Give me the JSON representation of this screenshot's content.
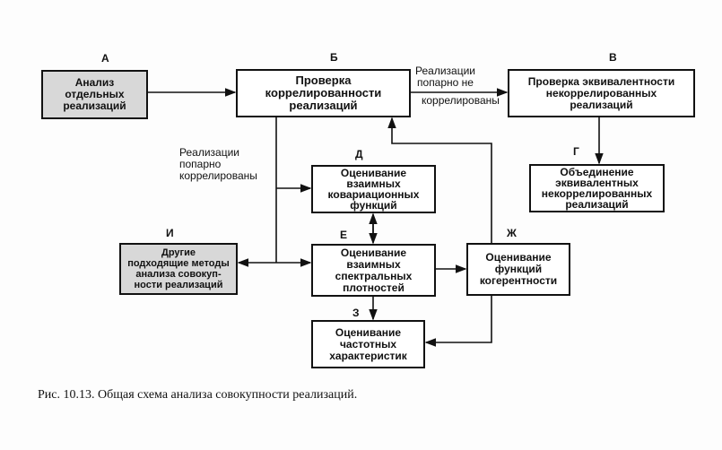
{
  "blocks": {
    "A": {
      "letter": "А",
      "text": "Анализ\nотдельных\nреализаций"
    },
    "B": {
      "letter": "Б",
      "text": "Проверка\nкоррелированности\nреализаций"
    },
    "V": {
      "letter": "В",
      "text": "Проверка эквивалентности\nнекоррелированных\nреализаций"
    },
    "G": {
      "letter": "Г",
      "text": "Объединение\nэквивалентных\nнекоррелированных\nреализаций"
    },
    "D": {
      "letter": "Д",
      "text": "Оценивание\nвзаимных\nковариационных\nфункций"
    },
    "E": {
      "letter": "Е",
      "text": "Оценивание\nвзаимных\nспектральных\nплотностей"
    },
    "Zh": {
      "letter": "Ж",
      "text": "Оценивание\nфункций\nкогерентности"
    },
    "I": {
      "letter": "И",
      "text": "Другие\nподходящие методы\nанализа совокуп-\nности реализаций"
    },
    "Z": {
      "letter": "З",
      "text": "Оценивание\nчастотных\nхарактеристик"
    }
  },
  "edge_labels": {
    "not_correlated_top": "Реализации\nпопарно не",
    "not_correlated_bottom": "коррелированы",
    "correlated": "Реализации\nпопарно\nкоррелированы"
  },
  "caption": "Рис. 10.13. Общая схема анализа совокупности реализаций."
}
